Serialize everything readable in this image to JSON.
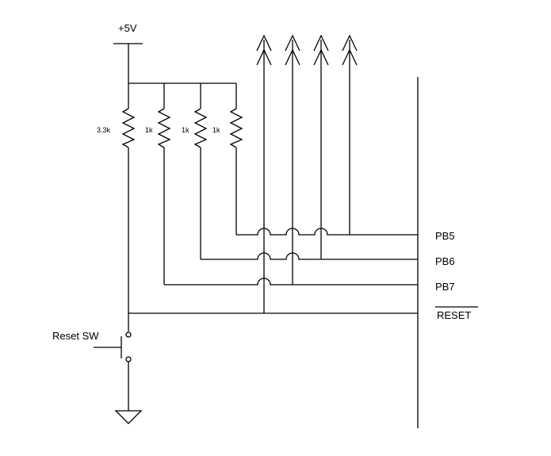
{
  "supply_label": "+5V",
  "resistors": [
    {
      "id": "r1",
      "value": "3.3k"
    },
    {
      "id": "r2",
      "value": "1k"
    },
    {
      "id": "r3",
      "value": "1k"
    },
    {
      "id": "r4",
      "value": "1k"
    }
  ],
  "pins": [
    {
      "id": "pb5",
      "label": "PB5"
    },
    {
      "id": "pb6",
      "label": "PB6"
    },
    {
      "id": "pb7",
      "label": "PB7"
    },
    {
      "id": "reset",
      "label": "RESET",
      "overline": true
    }
  ],
  "switch_label": "Reset SW",
  "ground": "ground-symbol"
}
